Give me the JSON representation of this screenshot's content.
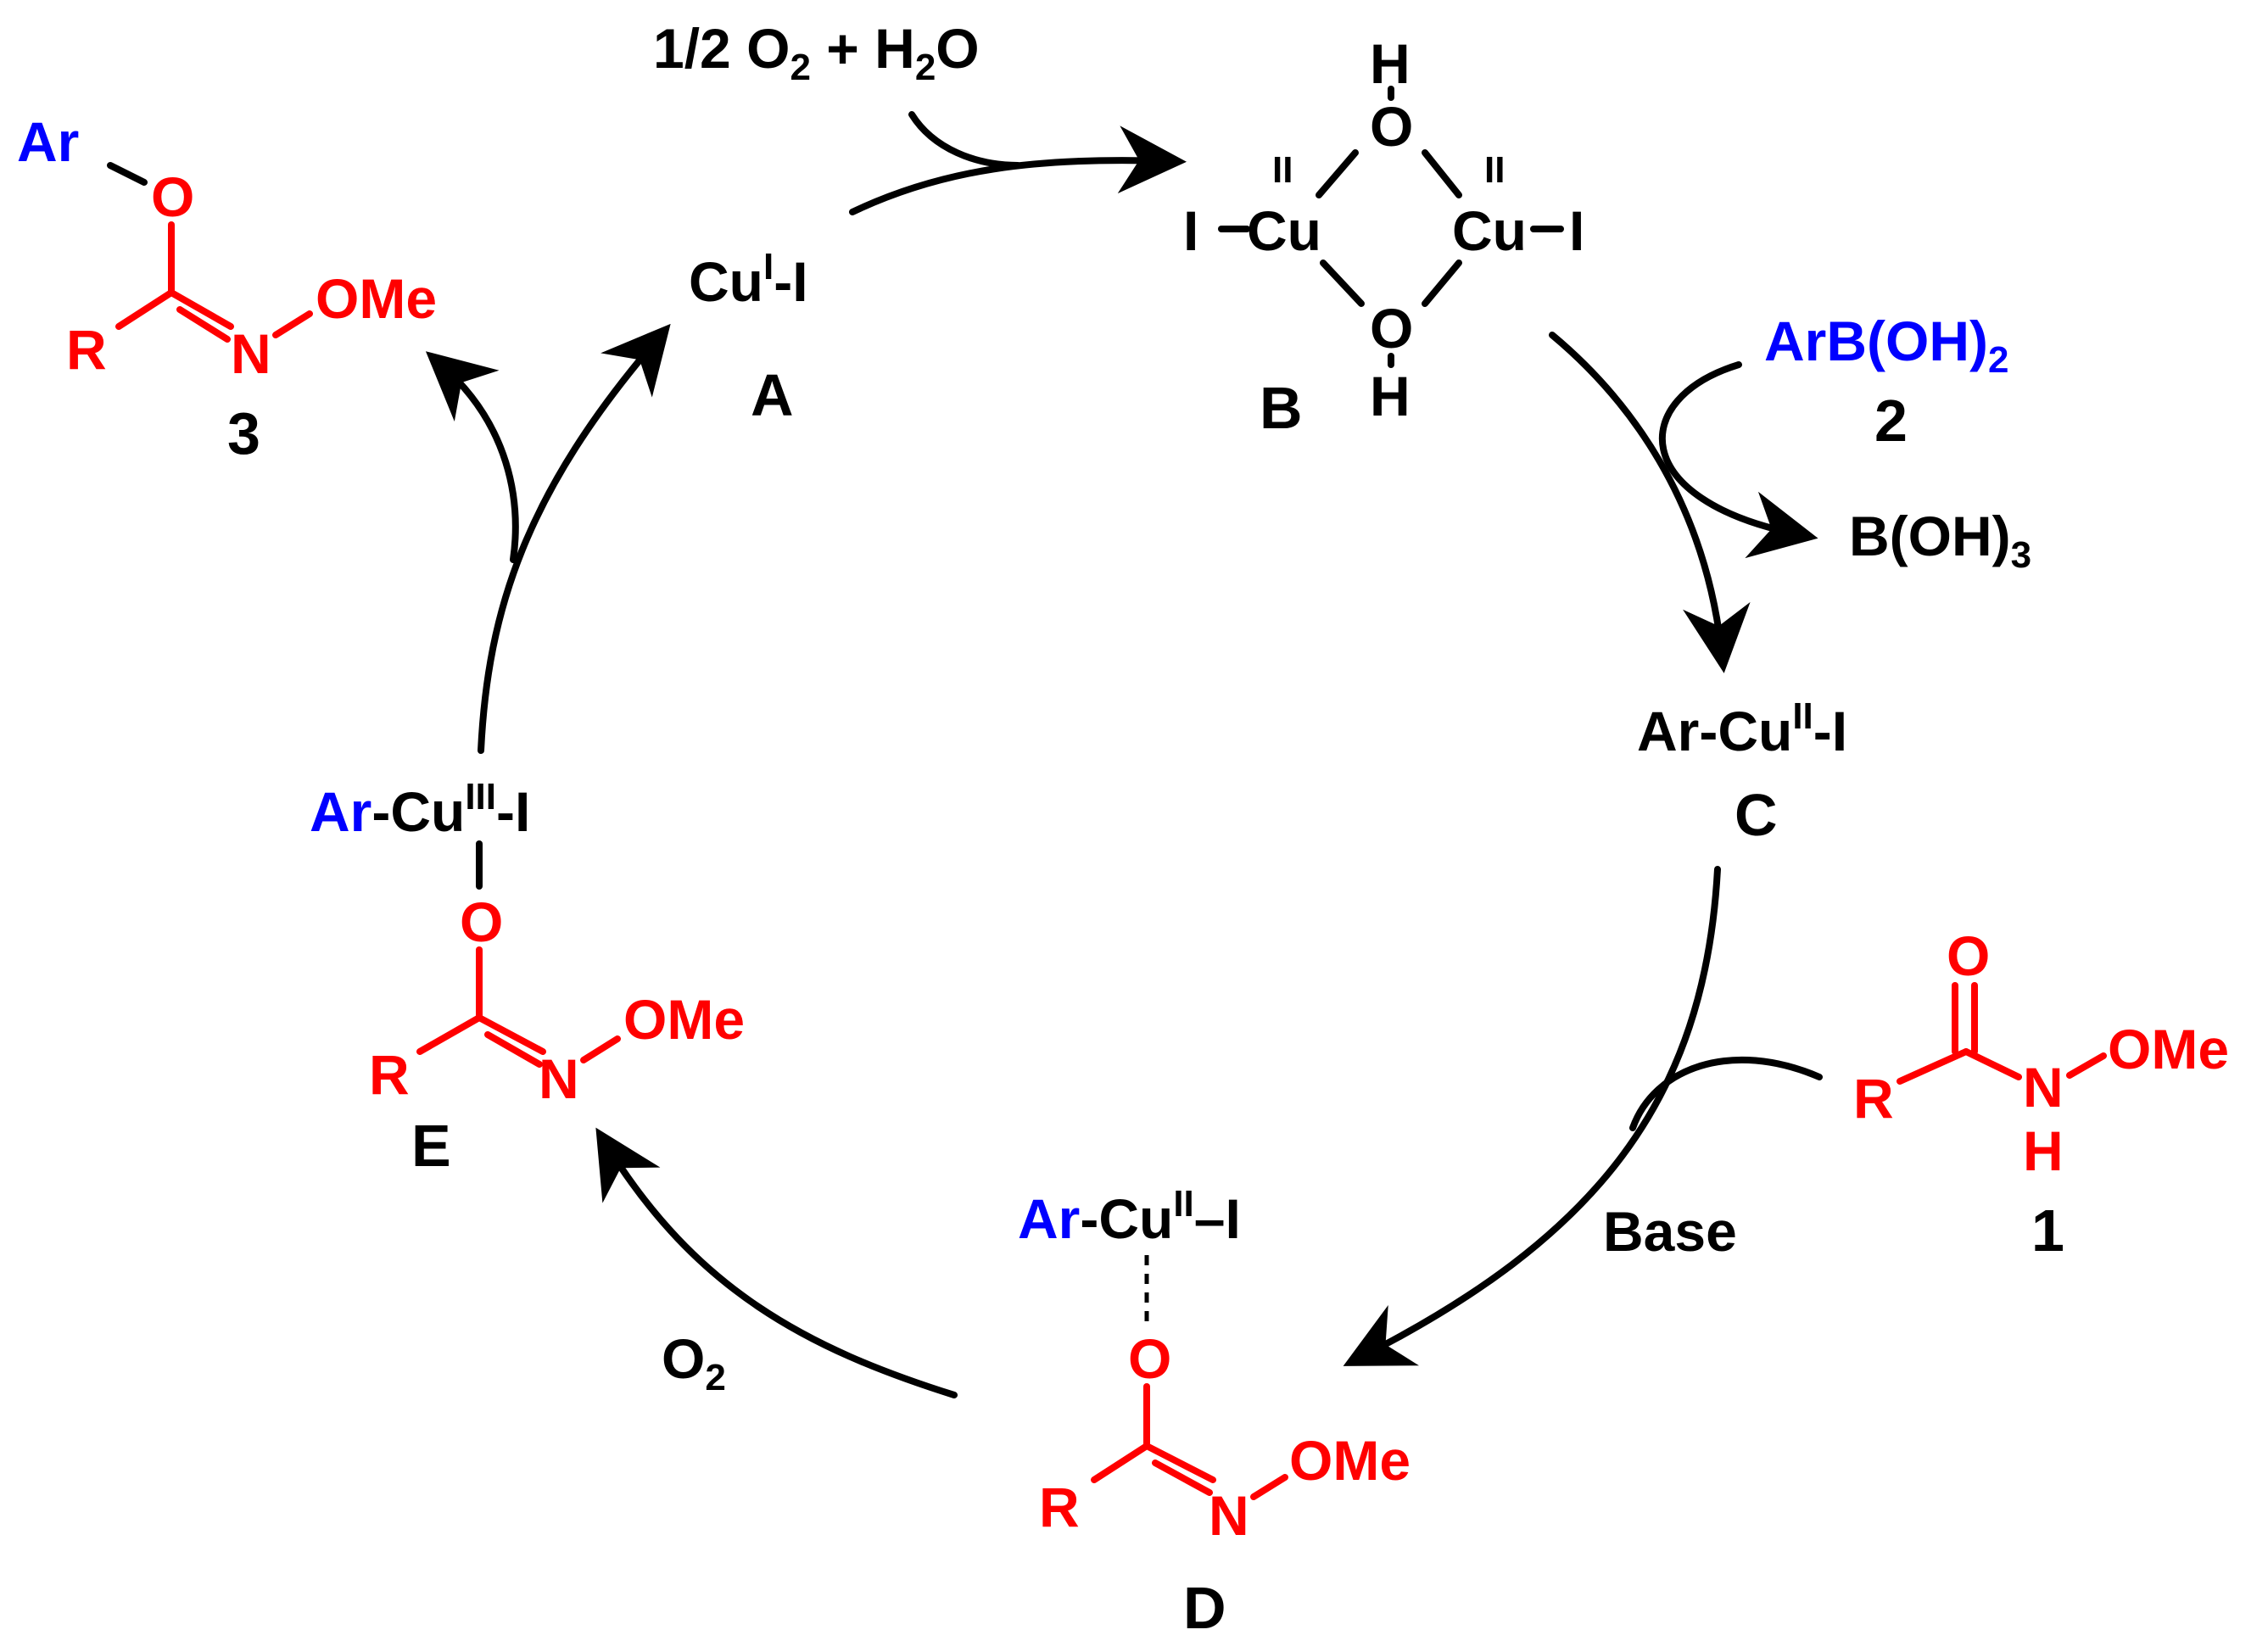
{
  "colors": {
    "black": "#000000",
    "red": "#ff0000",
    "blue": "#0000ff"
  },
  "reagents": {
    "o2_water": {
      "prefix": "1/2 O",
      "sub1": "2",
      "mid": " + H",
      "sub2": "2",
      "suffix": "O"
    },
    "arboronic": {
      "main": "ArB(OH)",
      "sub": "2",
      "number": "2"
    },
    "boric": {
      "main": "B(OH)",
      "sub": "3"
    },
    "base": "Base",
    "o2": {
      "main": "O",
      "sub": "2"
    },
    "amide": {
      "o": "O",
      "r": "R",
      "n": "N",
      "h": "H",
      "ome": "OMe",
      "number": "1"
    }
  },
  "intermediates": {
    "A": {
      "cu": "Cu",
      "ox": "I",
      "tail": "-I",
      "label": "A"
    },
    "B": {
      "h_top": "H",
      "h_bottom": "H",
      "o_top": "O",
      "o_bottom": "O",
      "i_left": "I",
      "cu_left": "Cu",
      "cu_right": "Cu",
      "i_right": "I",
      "ox_left": "II",
      "ox_right": "II",
      "label": "B"
    },
    "C": {
      "ar": "Ar",
      "cu": "-Cu",
      "ox": "II",
      "tail": "-I",
      "label": "C"
    },
    "D": {
      "ar": "Ar",
      "cu": "-Cu",
      "ox": "II",
      "tail": "–I",
      "o": "O",
      "r": "R",
      "n": "N",
      "ome": "OMe",
      "label": "D"
    },
    "E": {
      "ar": "Ar",
      "cu": "-Cu",
      "ox": "III",
      "tail": "-I",
      "o": "O",
      "r": "R",
      "n": "N",
      "ome": "OMe",
      "label": "E"
    }
  },
  "product": {
    "ar": "Ar",
    "o": "O",
    "r": "R",
    "n": "N",
    "ome": "OMe",
    "number": "3"
  }
}
